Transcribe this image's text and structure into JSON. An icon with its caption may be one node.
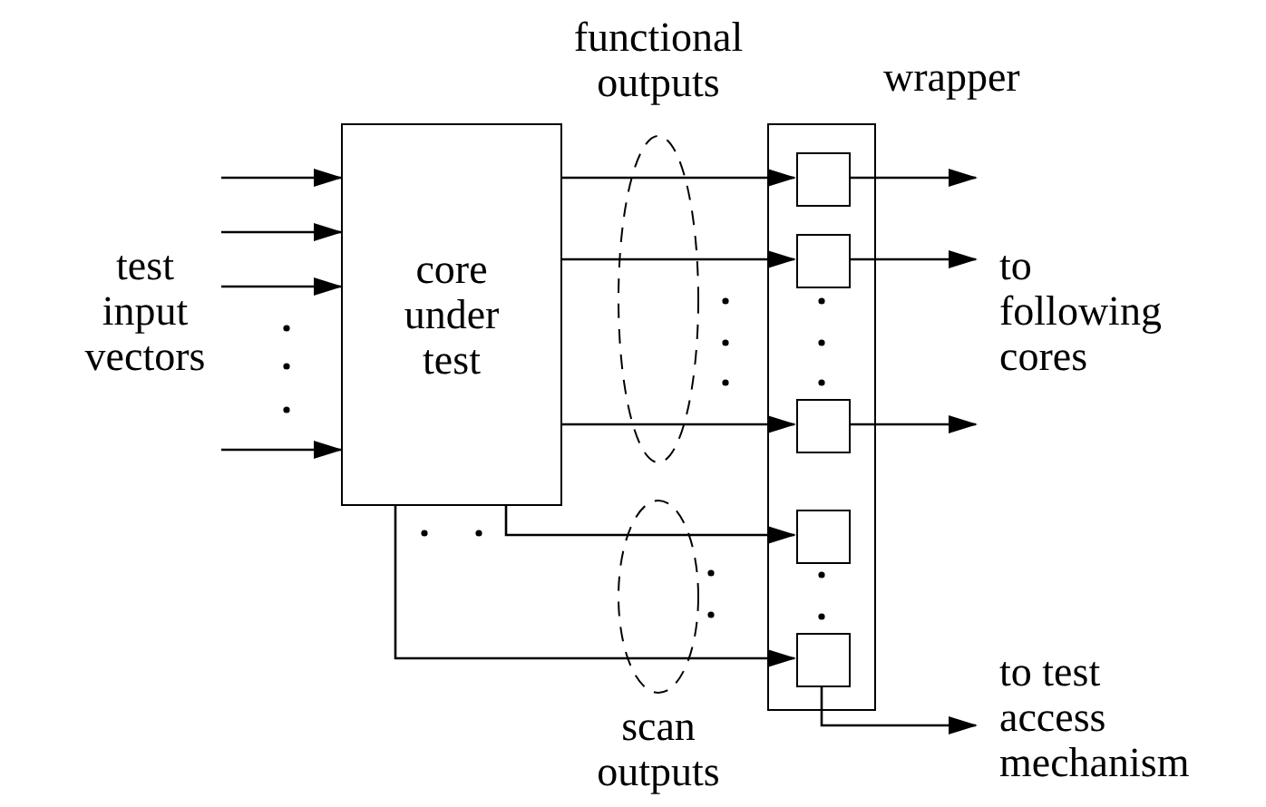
{
  "diagram": {
    "nodes": [
      {
        "text": [
          "test input vectors"
        ]
      },
      {
        "text": [
          "core under test"
        ]
      },
      {
        "text": [
          "wrapper"
        ]
      },
      {
        "text": [],
        "shape": "box",
        "in": 2
      },
      {
        "text": [],
        "shape": "box",
        "in": 2
      },
      {
        "text": [],
        "shape": "box",
        "in": 2
      },
      {
        "text": [],
        "shape": "box",
        "in": 2
      },
      {
        "text": [],
        "shape": "box",
        "in": 2
      },
      {
        "text": [
          "to following cores"
        ]
      },
      {
        "text": [
          "to test access mechanism"
        ]
      }
    ],
    "edges": [
      {
        "from": null,
        "to": 1,
        "arrow": "to"
      },
      {
        "from": 0,
        "to": 1,
        "arrow": "to"
      },
      {
        "from": 0,
        "to": 1,
        "arrow": "to"
      },
      {
        "from": null,
        "to": 1,
        "arrow": "to"
      },
      {
        "from": 1,
        "to": 3,
        "arrow": "to"
      },
      {
        "from": 1,
        "to": 4,
        "arrow": "to"
      },
      {
        "from": 1,
        "to": 5,
        "arrow": "to"
      },
      {
        "from": 1,
        "to": 6,
        "arrow": "to"
      },
      {
        "from": 1,
        "to": 7,
        "arrow": "to"
      },
      {
        "from": 3,
        "to": 8,
        "arrow": "to"
      },
      {
        "from": 4,
        "to": 8,
        "arrow": "to"
      },
      {
        "from": 5,
        "to": 8,
        "arrow": "to"
      },
      {
        "from": 7,
        "to": 9,
        "arrow": "to"
      }
    ],
    "labels": [
      "functional outputs",
      "scan outputs"
    ]
  }
}
